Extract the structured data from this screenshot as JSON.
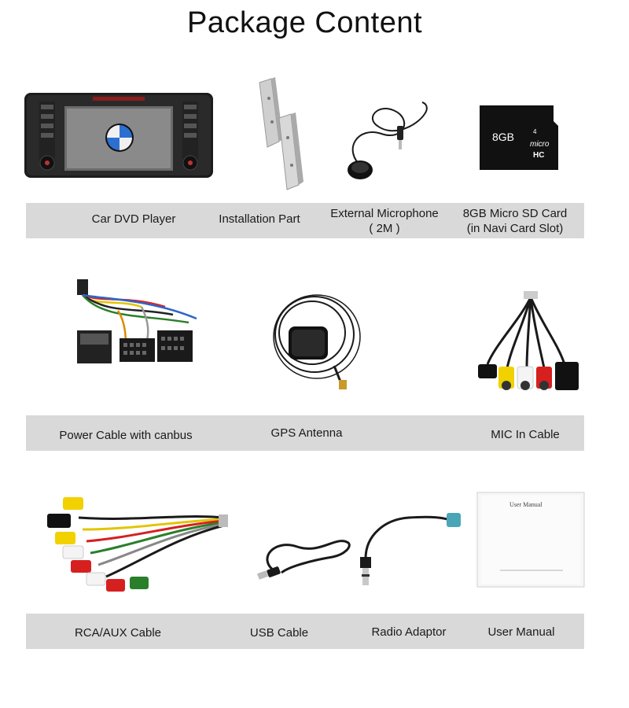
{
  "page": {
    "title": "Package Content"
  },
  "items": [
    {
      "label": "Car DVD Player"
    },
    {
      "label": "Installation Part"
    },
    {
      "label": "External Microphone",
      "sublabel": "( 2M )"
    },
    {
      "label": "8GB Micro SD Card",
      "sublabel": "(in Navi Card Slot)",
      "card_text": "8GB",
      "card_brand": "micro",
      "card_class": "HC"
    },
    {
      "label": "Power Cable with canbus"
    },
    {
      "label": "GPS Antenna"
    },
    {
      "label": "MIC In Cable"
    },
    {
      "label": "RCA/AUX Cable"
    },
    {
      "label": "USB Cable"
    },
    {
      "label": "Radio Adaptor"
    },
    {
      "label": "User Manual",
      "manual_title": "User Manual"
    }
  ],
  "colors": {
    "strip": "#d9d9d9",
    "rca_red": "#d62020",
    "rca_yellow": "#f1d100",
    "rca_white": "#f4f4f4"
  }
}
